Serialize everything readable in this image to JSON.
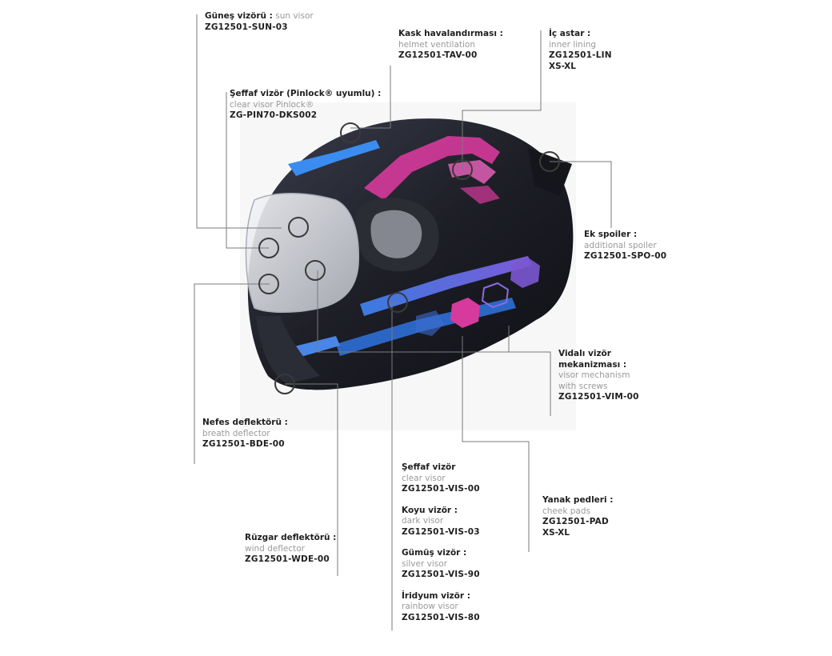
{
  "callouts": {
    "sun_visor": {
      "tr": "Güneş vizörü :",
      "en": "sun visor",
      "code": "ZG12501-SUN-03"
    },
    "ventilation": {
      "tr": "Kask havalandırması :",
      "en": "helmet ventilation",
      "code": "ZG12501-TAV-00"
    },
    "inner_lining": {
      "tr": "İç astar :",
      "en": "inner lining",
      "code": "ZG12501-LIN",
      "size": "XS-XL"
    },
    "pinlock": {
      "tr": "Şeffaf vizör (Pinlock® uyumlu) :",
      "en": "clear visor Pinlock®",
      "code": "ZG-PIN70-DKS002"
    },
    "spoiler": {
      "tr": "Ek spoiler :",
      "en": "additional spoiler",
      "code": "ZG12501-SPO-00"
    },
    "visor_mechanism": {
      "tr1": "Vidalı vizör",
      "tr2": "mekanizması :",
      "en1": "visor mechanism",
      "en2": "with screws",
      "code": "ZG12501-VIM-00"
    },
    "breath_deflector": {
      "tr": "Nefes deflektörü :",
      "en": "breath deflector",
      "code": "ZG12501-BDE-00"
    },
    "visors": [
      {
        "tr": "Şeffaf vizör",
        "en": "clear visor",
        "code": "ZG12501-VIS-00"
      },
      {
        "tr": "Koyu vizör :",
        "en": "dark visor",
        "code": "ZG12501-VIS-03"
      },
      {
        "tr": "Gümüş vizör :",
        "en": "silver visor",
        "code": "ZG12501-VIS-90"
      },
      {
        "tr": "İridyum vizör :",
        "en": "rainbow visor",
        "code": "ZG12501-VIS-80"
      }
    ],
    "cheek_pads": {
      "tr": "Yanak pedleri :",
      "en": "cheek pads",
      "code": "ZG12501-PAD",
      "size": "XS-XL"
    },
    "wind_deflector": {
      "tr": "Rüzgar deflektörü :",
      "en": "wind deflector",
      "code": "ZG12501-WDE-00"
    }
  },
  "colors": {
    "shell": "#1c1d24",
    "pink": "#d63a9c",
    "blue": "#2f6fd6",
    "leader": "#7a7a7a",
    "marker": "#3a3a3a"
  },
  "icons": [
    "helmet-illustration",
    "callout-marker"
  ]
}
